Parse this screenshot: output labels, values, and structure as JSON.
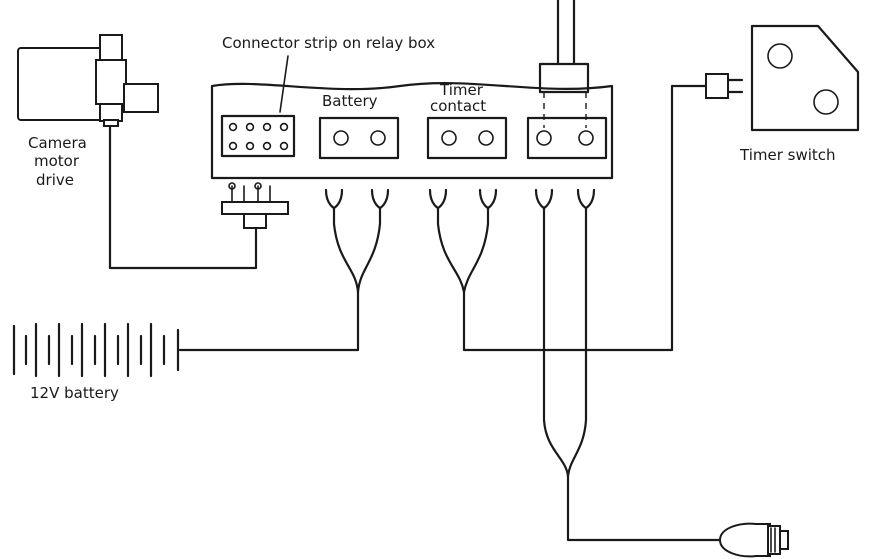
{
  "labels": {
    "connector_strip": "Connector strip on relay box",
    "battery_terminal": "Battery",
    "timer_contact_line1": "Timer",
    "timer_contact_line2": "contact",
    "camera_line1": "Camera",
    "camera_line2": "motor",
    "camera_line3": "drive",
    "timer_switch": "Timer switch",
    "battery": "12V battery"
  },
  "colors": {
    "ink": "#1a1a1a",
    "paper": "#ffffff"
  }
}
